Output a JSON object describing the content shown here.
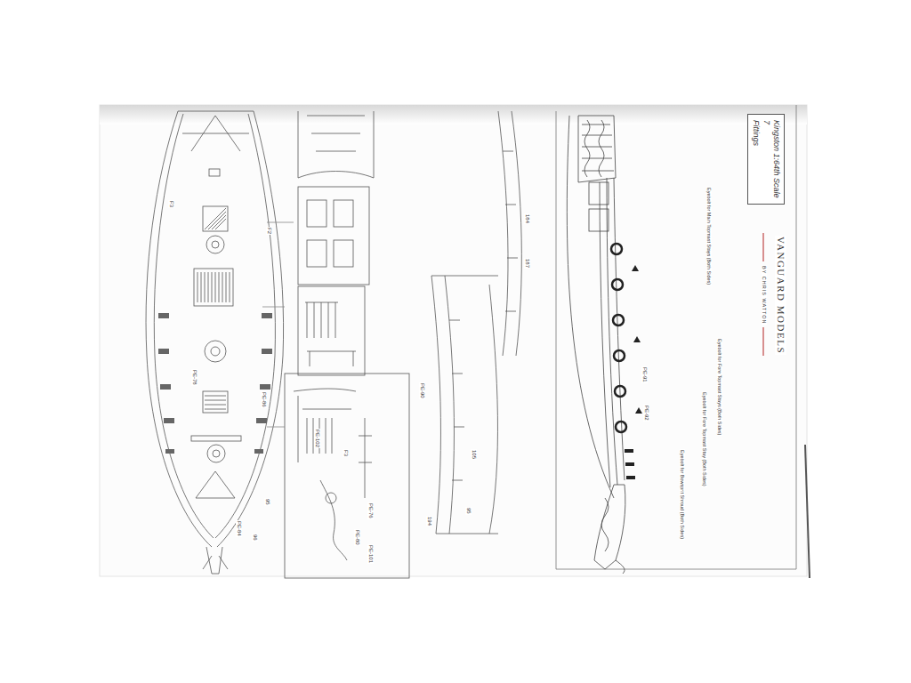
{
  "diagram": {
    "nodes": [
      {
        "text": [
          "Kingston 1:64th Scale",
          "7",
          "Fittings"
        ]
      }
    ],
    "labels": [
      "VANGUARD MODELS",
      "BY CHRIS WATTON",
      "Eyebolt for Main Topmast Stays (Both Sides)",
      "Eyebolt for Fore Topmast Stays (Both Sides)",
      "Eyebolt for Fore Topmast Stay (Both Sides)",
      "Eyebolt for Bowsprit Shroud (Both Sides)",
      "F3",
      "F2",
      "PE-86",
      "PE-84",
      "PE-78",
      "95",
      "96",
      "PE-76",
      "PE-80",
      "PE-101",
      "F3",
      "PE-102",
      "194",
      "105",
      "95",
      "PE-90",
      "187",
      "184",
      "PE-91",
      "PE-92"
    ]
  }
}
